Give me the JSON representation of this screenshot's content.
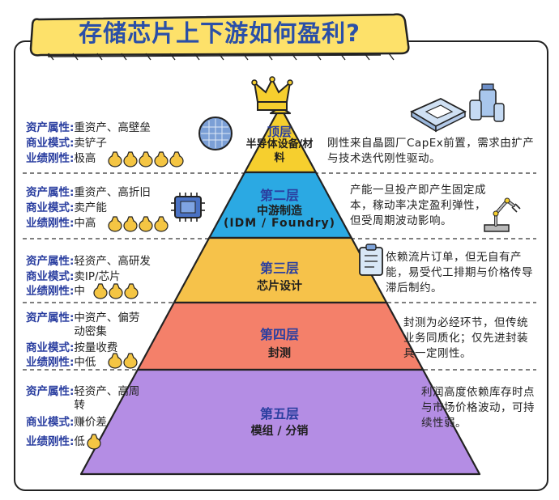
{
  "title": "存储芯片上下游如何盈利?",
  "attr_labels": {
    "asset": "资产属性:",
    "model": "商业模式:",
    "rigidity": "业绩刚性:"
  },
  "layers": [
    {
      "title": "顶层",
      "subtitle": "半导体设备/材料",
      "asset": "重资产、高壁垒",
      "model": "卖铲子",
      "rigidity_label": "极高",
      "coins": 5,
      "color": "#f6cf2e",
      "desc": "刚性来自晶圆厂CapEx前置，需求由扩产与技术迭代刚性驱动。"
    },
    {
      "title": "第二层",
      "subtitle": "中游制造",
      "subtitle2": "(IDM / Foundry)",
      "asset": "重资产、高折旧",
      "model": "卖产能",
      "rigidity_label": "中高",
      "coins": 4,
      "color": "#2ba9e3",
      "desc": "产能一旦投产即产生固定成本，稼动率决定盈利弹性，但受周期波动影响。"
    },
    {
      "title": "第三层",
      "subtitle": "芯片设计",
      "asset": "轻资产、高研发",
      "model": "卖IP/芯片",
      "rigidity_label": "中",
      "coins": 3,
      "color": "#f6c24a",
      "desc": "依赖流片订单，但无自有产能，易受代工排期与价格传导滞后制约。"
    },
    {
      "title": "第四层",
      "subtitle": "封测",
      "asset": "中资产、偏劳动密集",
      "model": "按量收费",
      "rigidity_label": "中低",
      "coins": 2,
      "color": "#f4806a",
      "desc": "封测为必经环节，但传统业务同质化；仅先进封装具一定刚性。"
    },
    {
      "title": "第五层",
      "subtitle": "模组 / 分销",
      "asset": "轻资产、高周转",
      "model": "赚价差",
      "rigidity_label": "低",
      "coins": 1,
      "color": "#b48de4",
      "desc": "利润高度依赖库存时点与市场价格波动，可持续性弱。"
    }
  ],
  "icon_names": [
    "crown-icon",
    "wafer-icon",
    "chip-icon",
    "coin-bag-icon",
    "clipboard-icon",
    "robot-arm-icon",
    "lab-equipment-icon"
  ],
  "colors": {
    "title_bg": "#fde16a",
    "title_text": "#2a4fa8",
    "label": "#2b3fa0",
    "coin": "#f4c543"
  }
}
